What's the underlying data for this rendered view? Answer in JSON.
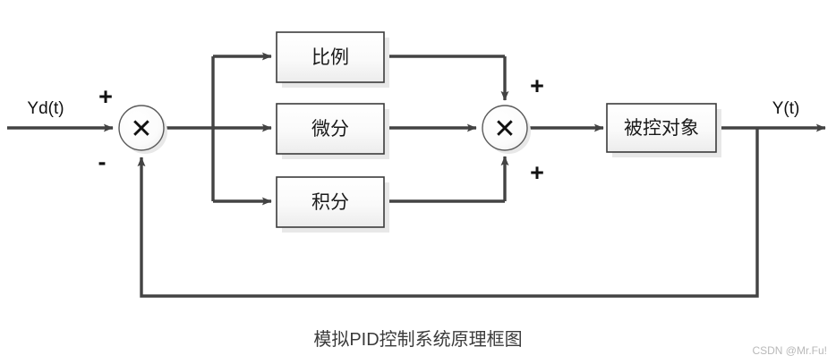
{
  "diagram": {
    "title": "模拟PID控制系统原理框图",
    "watermark": "CSDN @Mr.Fu!",
    "colors": {
      "background": "#ffffff",
      "line": "#434343",
      "block_border": "#3b3b3b",
      "block_fill_top": "#ffffff",
      "block_fill_bottom": "#eeeeee",
      "shadow": "#e8e8e8",
      "text": "#111111",
      "caption_text": "#3b3b3b",
      "watermark_text": "#b9b9b9"
    },
    "io": {
      "input_label": "Yd(t)",
      "output_label": "Y(t)"
    },
    "summing_junctions": [
      {
        "id": "error-summing-junction",
        "glyph": "✕",
        "signs": [
          {
            "label": "+",
            "position": "top-left"
          },
          {
            "label": "-",
            "position": "bottom-left"
          }
        ]
      },
      {
        "id": "pid-summing-junction",
        "glyph": "✕",
        "signs": [
          {
            "label": "+",
            "position": "top-right"
          },
          {
            "label": "+",
            "position": "bottom-right"
          }
        ]
      }
    ],
    "blocks": [
      {
        "id": "proportional",
        "label": "比例"
      },
      {
        "id": "derivative",
        "label": "微分"
      },
      {
        "id": "integral",
        "label": "积分"
      },
      {
        "id": "plant",
        "label": "被控对象"
      }
    ]
  }
}
